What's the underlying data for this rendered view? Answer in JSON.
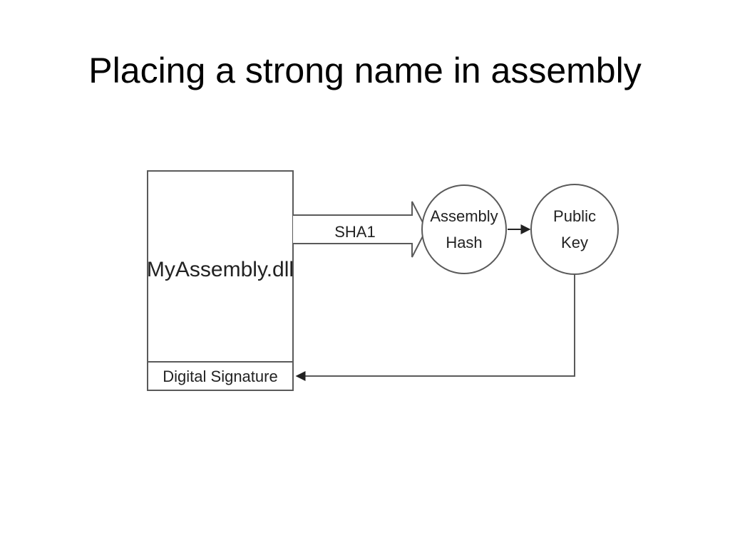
{
  "slide": {
    "title": "Placing a strong name in assembly"
  },
  "diagram": {
    "assembly_box_label": "MyAssembly.dll",
    "signature_label": "Digital Signature",
    "hash_algorithm_label": "SHA1",
    "hash_node": {
      "line1": "Assembly",
      "line2": "Hash"
    },
    "key_node": {
      "line1": "Public",
      "line2": "Key"
    },
    "colors": {
      "stroke": "#5a5a5a",
      "text": "#222222",
      "background": "#ffffff"
    }
  }
}
